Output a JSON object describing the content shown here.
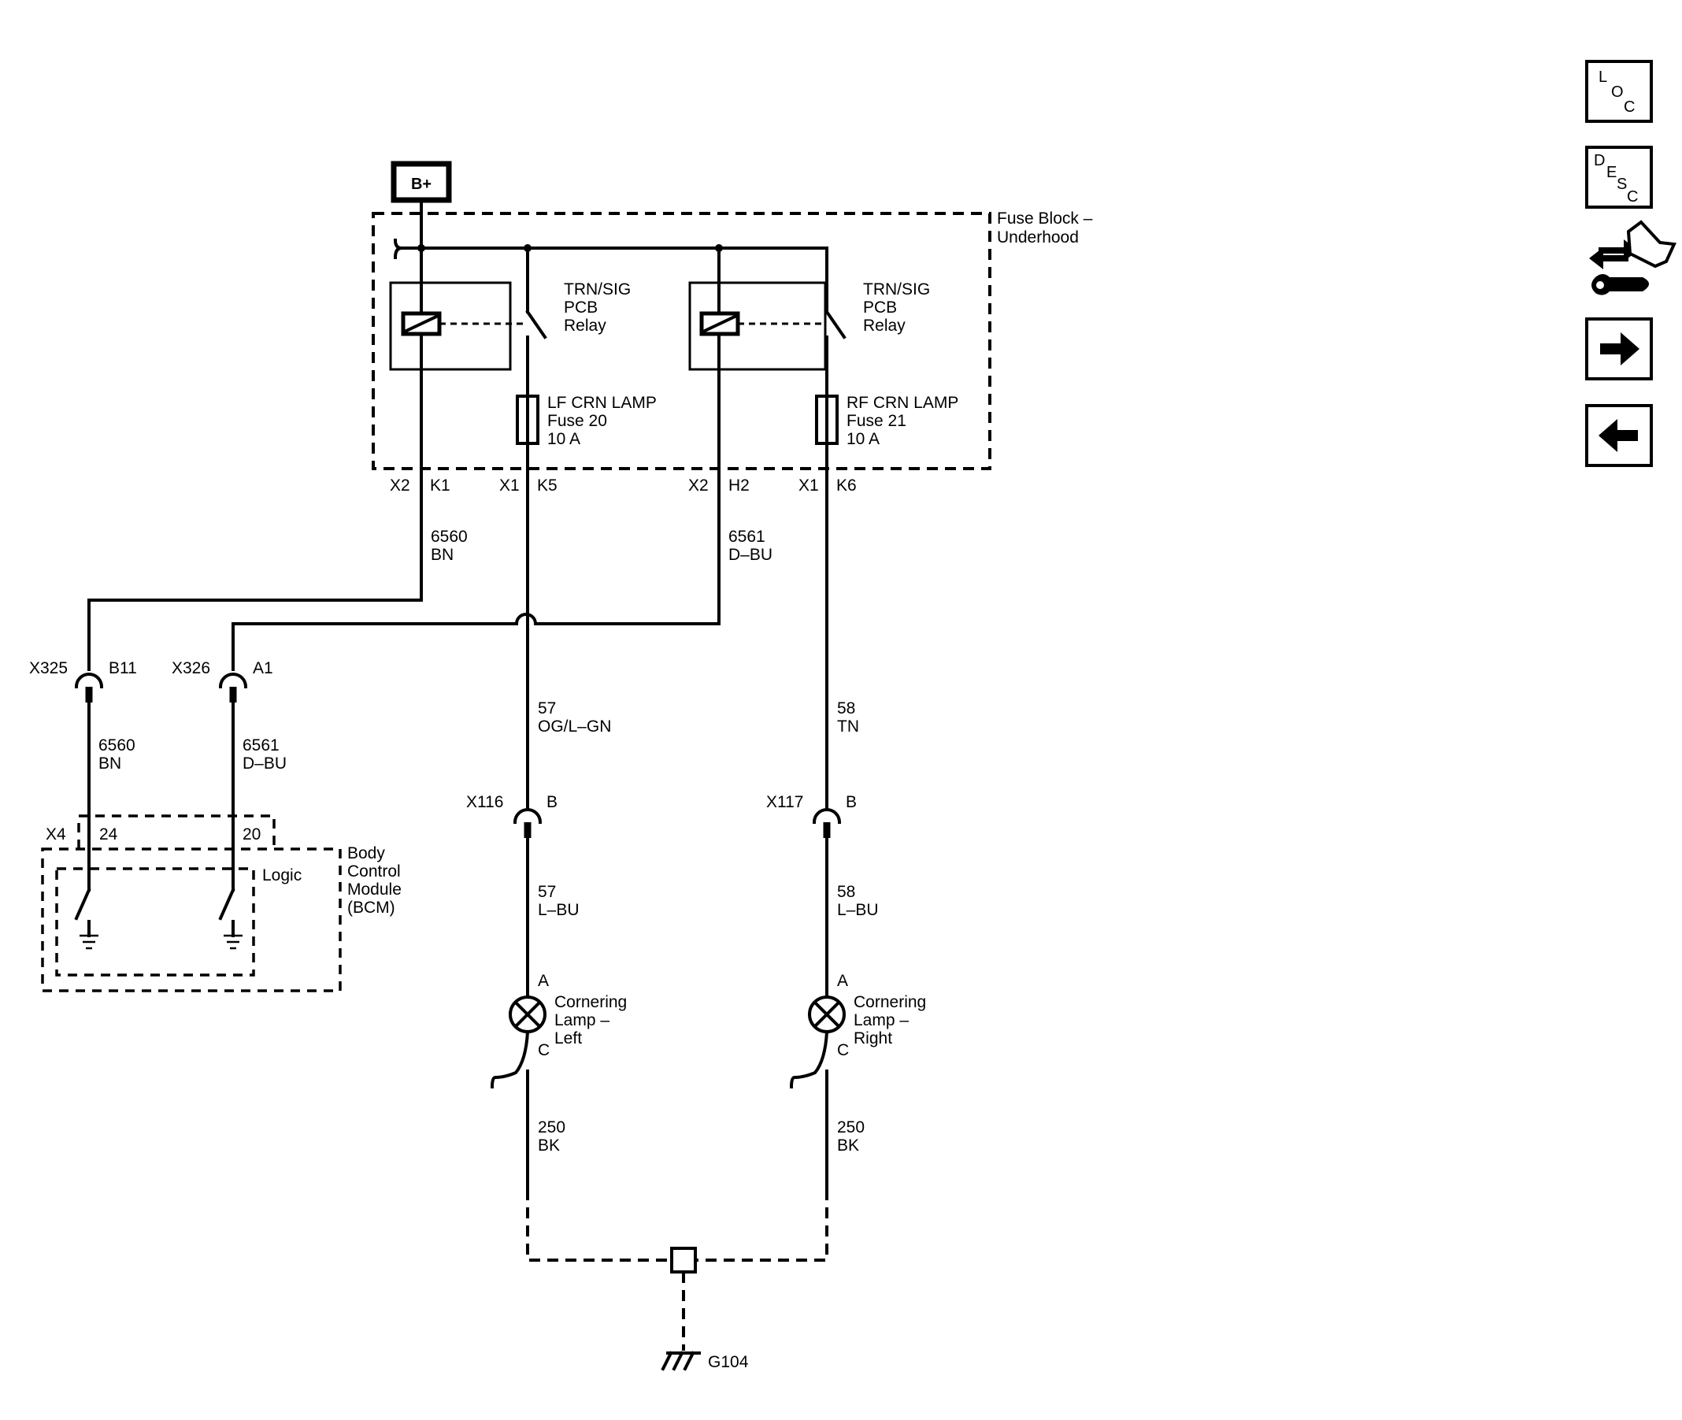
{
  "power": {
    "b_plus": "B+"
  },
  "fuse_block": {
    "title_line1": "Fuse Block –",
    "title_line2": "Underhood"
  },
  "relay_left": {
    "line1": "TRN/SIG",
    "line2": "PCB",
    "line3": "Relay"
  },
  "relay_right": {
    "line1": "TRN/SIG",
    "line2": "PCB",
    "line3": "Relay"
  },
  "fuse_left": {
    "line1": "LF CRN LAMP",
    "line2": "Fuse 20",
    "line3": "10 A"
  },
  "fuse_right": {
    "line1": "RF CRN LAMP",
    "line2": "Fuse 21",
    "line3": "10 A"
  },
  "pins": {
    "x2_a": "X2",
    "k1": "K1",
    "x1_a": "X1",
    "k5": "K5",
    "x2_b": "X2",
    "h2": "H2",
    "x1_b": "X1",
    "k6": "K6"
  },
  "wires": {
    "w6560_top": {
      "circuit": "6560",
      "color": "BN"
    },
    "w6561_top": {
      "circuit": "6561",
      "color": "D–BU"
    },
    "w6560_bot": {
      "circuit": "6560",
      "color": "BN"
    },
    "w6561_bot": {
      "circuit": "6561",
      "color": "D–BU"
    },
    "w57_top": {
      "circuit": "57",
      "color": "OG/L–GN"
    },
    "w58_top": {
      "circuit": "58",
      "color": "TN"
    },
    "w57_bot": {
      "circuit": "57",
      "color": "L–BU"
    },
    "w58_bot": {
      "circuit": "58",
      "color": "L–BU"
    },
    "w250_left": {
      "circuit": "250",
      "color": "BK"
    },
    "w250_right": {
      "circuit": "250",
      "color": "BK"
    }
  },
  "connectors": {
    "x325": {
      "name": "X325",
      "pin": "B11"
    },
    "x326": {
      "name": "X326",
      "pin": "A1"
    },
    "x116": {
      "name": "X116",
      "pin": "B"
    },
    "x117": {
      "name": "X117",
      "pin": "B"
    }
  },
  "bcm": {
    "connector": "X4",
    "pin_a": "24",
    "pin_b": "20",
    "logic": "Logic",
    "title_line1": "Body",
    "title_line2": "Control",
    "title_line3": "Module",
    "title_line4": "(BCM)"
  },
  "lamp_left": {
    "pin_a": "A",
    "pin_c": "C",
    "line1": "Cornering",
    "line2": "Lamp –",
    "line3": "Left"
  },
  "lamp_right": {
    "pin_a": "A",
    "pin_c": "C",
    "line1": "Cornering",
    "line2": "Lamp –",
    "line3": "Right"
  },
  "ground": {
    "name": "G104"
  },
  "nav": {
    "loc": {
      "l": "L",
      "o": "O",
      "c": "C"
    },
    "desc": {
      "d": "D",
      "e": "E",
      "s": "S",
      "c": "C"
    },
    "icons": [
      "loc-icon",
      "desc-icon",
      "connector-tool-icon",
      "next-arrow-icon",
      "back-arrow-icon"
    ]
  }
}
